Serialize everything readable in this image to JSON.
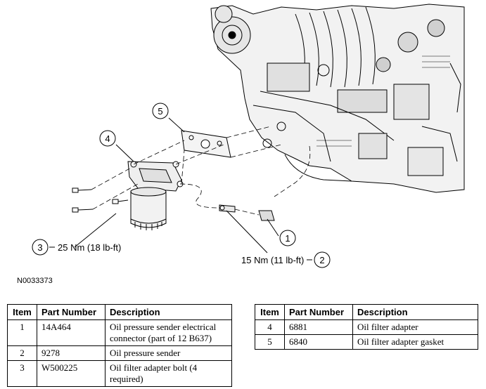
{
  "figure": {
    "callouts": [
      {
        "num": "1"
      },
      {
        "num": "2",
        "torque": "15 Nm (11 lb-ft)"
      },
      {
        "num": "3",
        "torque": "25 Nm (18 lb-ft)"
      },
      {
        "num": "4"
      },
      {
        "num": "5"
      }
    ],
    "figure_id": "N0033373"
  },
  "tables": {
    "headers": {
      "item": "Item",
      "part_number": "Part Number",
      "description": "Description"
    },
    "left_rows": [
      {
        "item": "1",
        "part_number": "14A464",
        "description": "Oil pressure sender electrical connector (part of 12 B637)"
      },
      {
        "item": "2",
        "part_number": "9278",
        "description": "Oil pressure sender"
      },
      {
        "item": "3",
        "part_number": "W500225",
        "description": "Oil filter adapter bolt (4 required)"
      }
    ],
    "right_rows": [
      {
        "item": "4",
        "part_number": "6881",
        "description": "Oil filter adapter"
      },
      {
        "item": "5",
        "part_number": "6840",
        "description": "Oil filter adapter gasket"
      }
    ]
  }
}
